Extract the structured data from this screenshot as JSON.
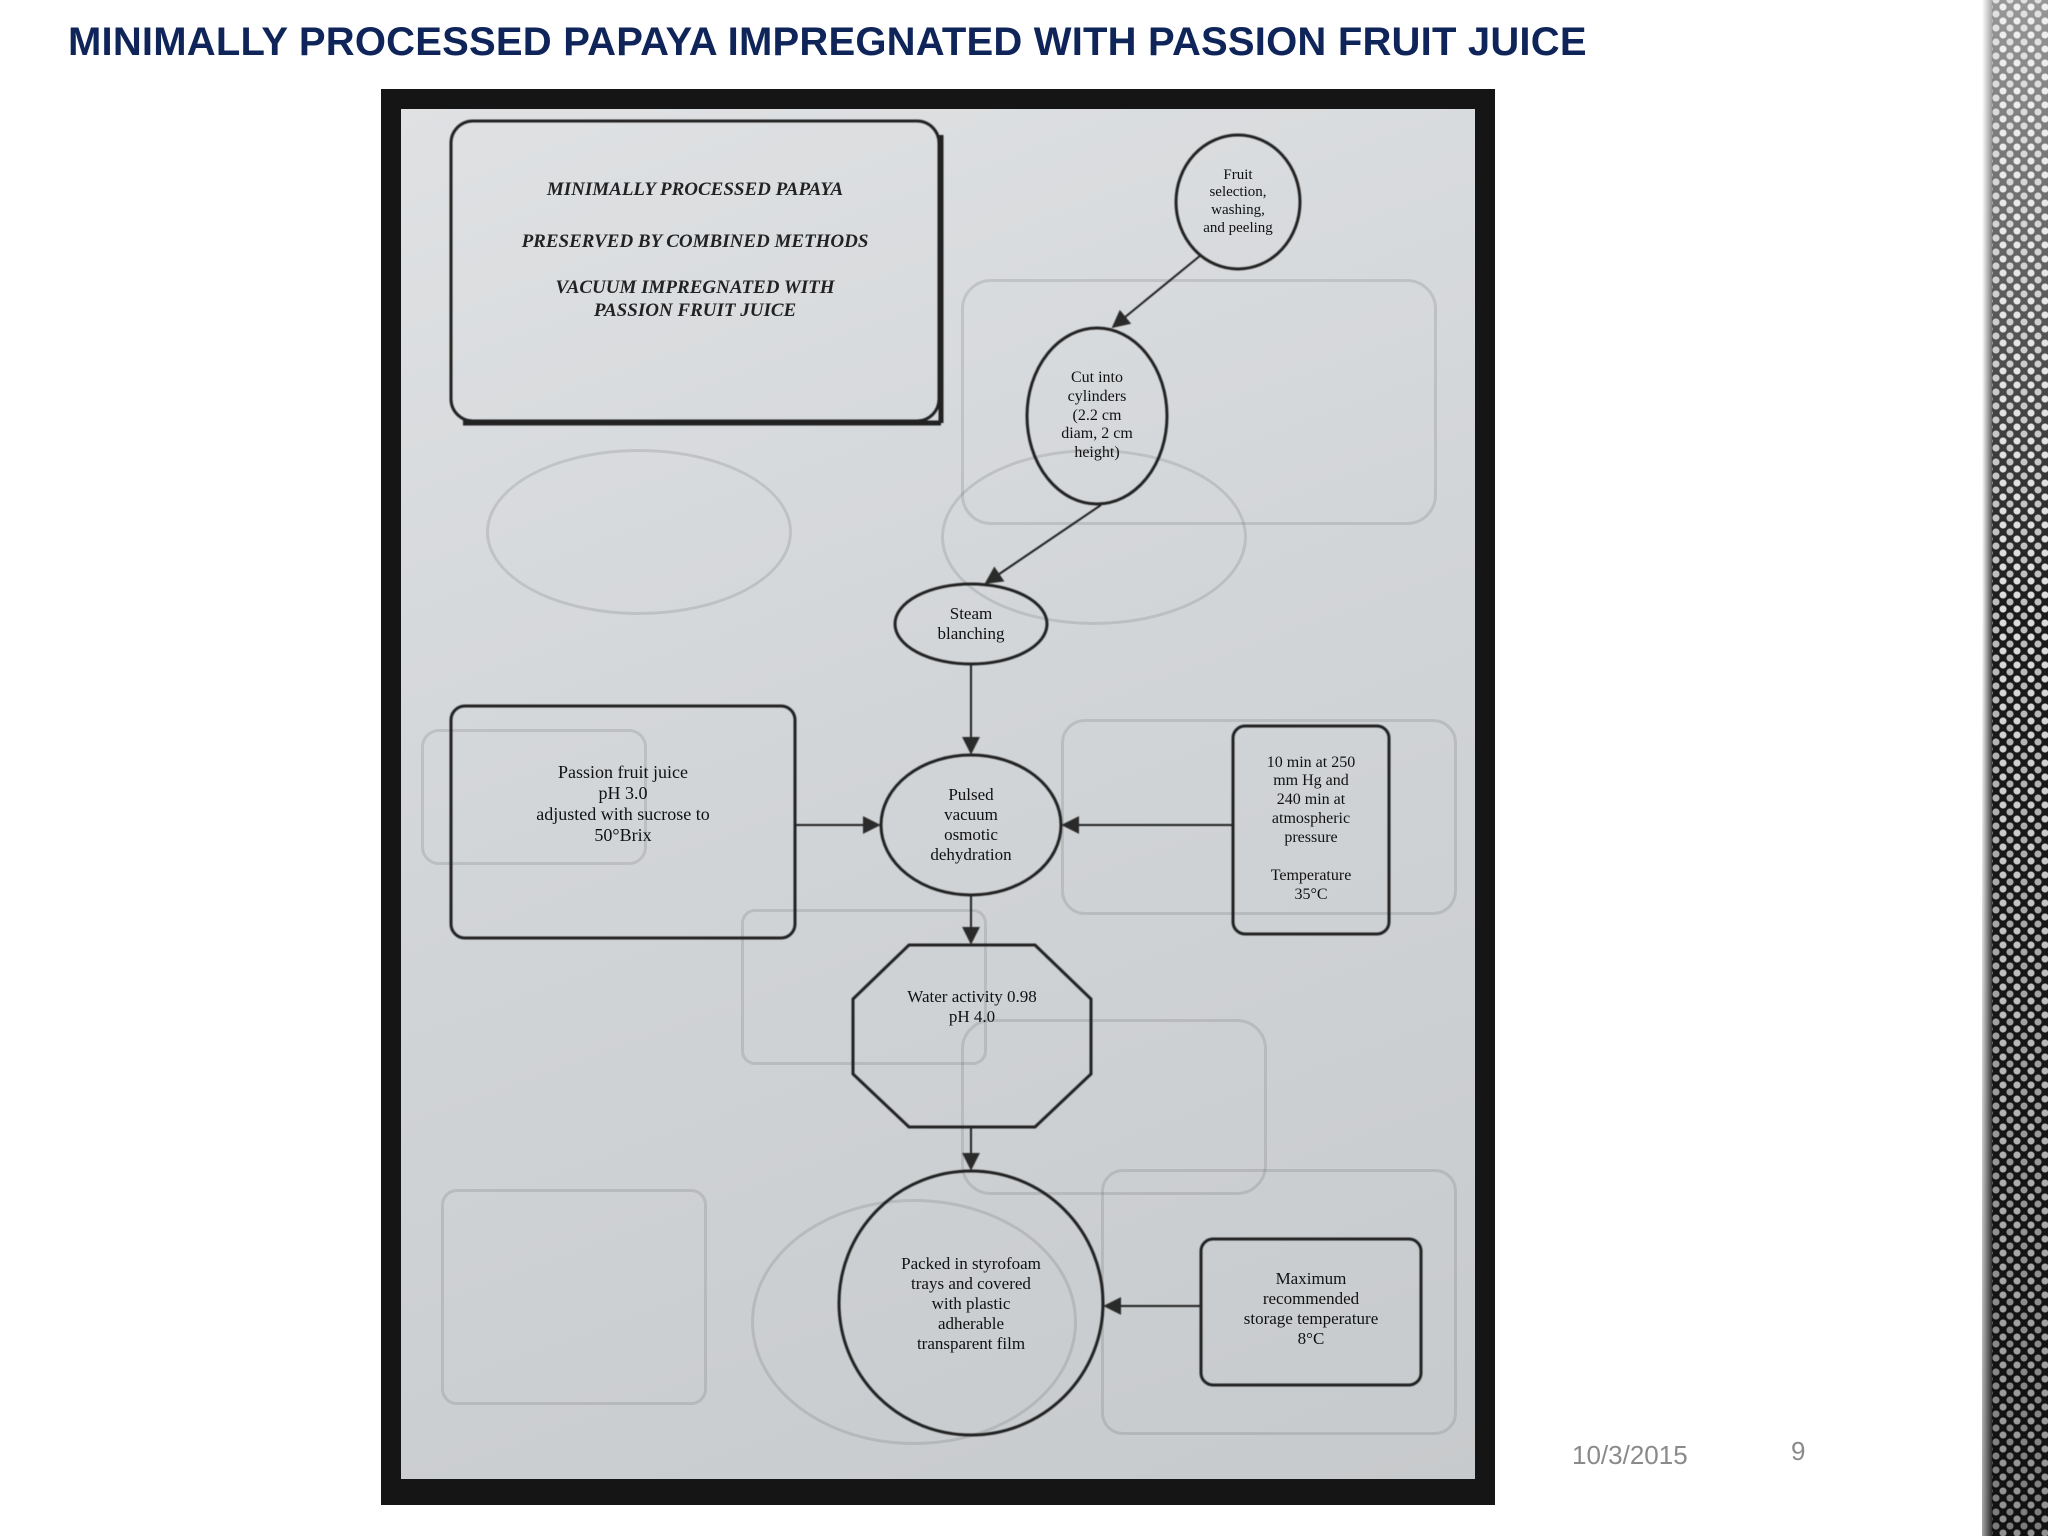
{
  "slide": {
    "title": "MINIMALLY PROCESSED PAPAYA IMPREGNATED WITH PASSION FRUIT JUICE",
    "title_color": "#0f2559",
    "date": "10/3/2015",
    "page_number": "9"
  },
  "diagram": {
    "title_box": {
      "line1": "MINIMALLY PROCESSED PAPAYA",
      "line2": "PRESERVED BY COMBINED METHODS",
      "line3": "VACUUM IMPREGNATED WITH\nPASSION FRUIT JUICE"
    },
    "nodes": {
      "fruit_selection": "Fruit\nselection,\nwashing,\nand peeling",
      "cut_cylinders": "Cut into\ncylinders\n(2.2 cm\ndiam, 2 cm\nheight)",
      "steam_blanching": "Steam\nblanching",
      "passion_fruit_juice": "Passion fruit juice\npH 3.0\nadjusted with sucrose to\n50°Brix",
      "pulsed_vacuum": "Pulsed\nvacuum\nosmotic\ndehydration",
      "vacuum_conditions": "10 min at 250\nmm Hg and\n240 min at\natmospheric\npressure\n\nTemperature\n35°C",
      "water_activity": "Water activity 0.98\npH 4.0",
      "packed": "Packed in styrofoam\ntrays and covered\nwith plastic\nadherable\ntransparent film",
      "storage_temp": "Maximum\nrecommended\nstorage temperature\n8°C"
    }
  }
}
